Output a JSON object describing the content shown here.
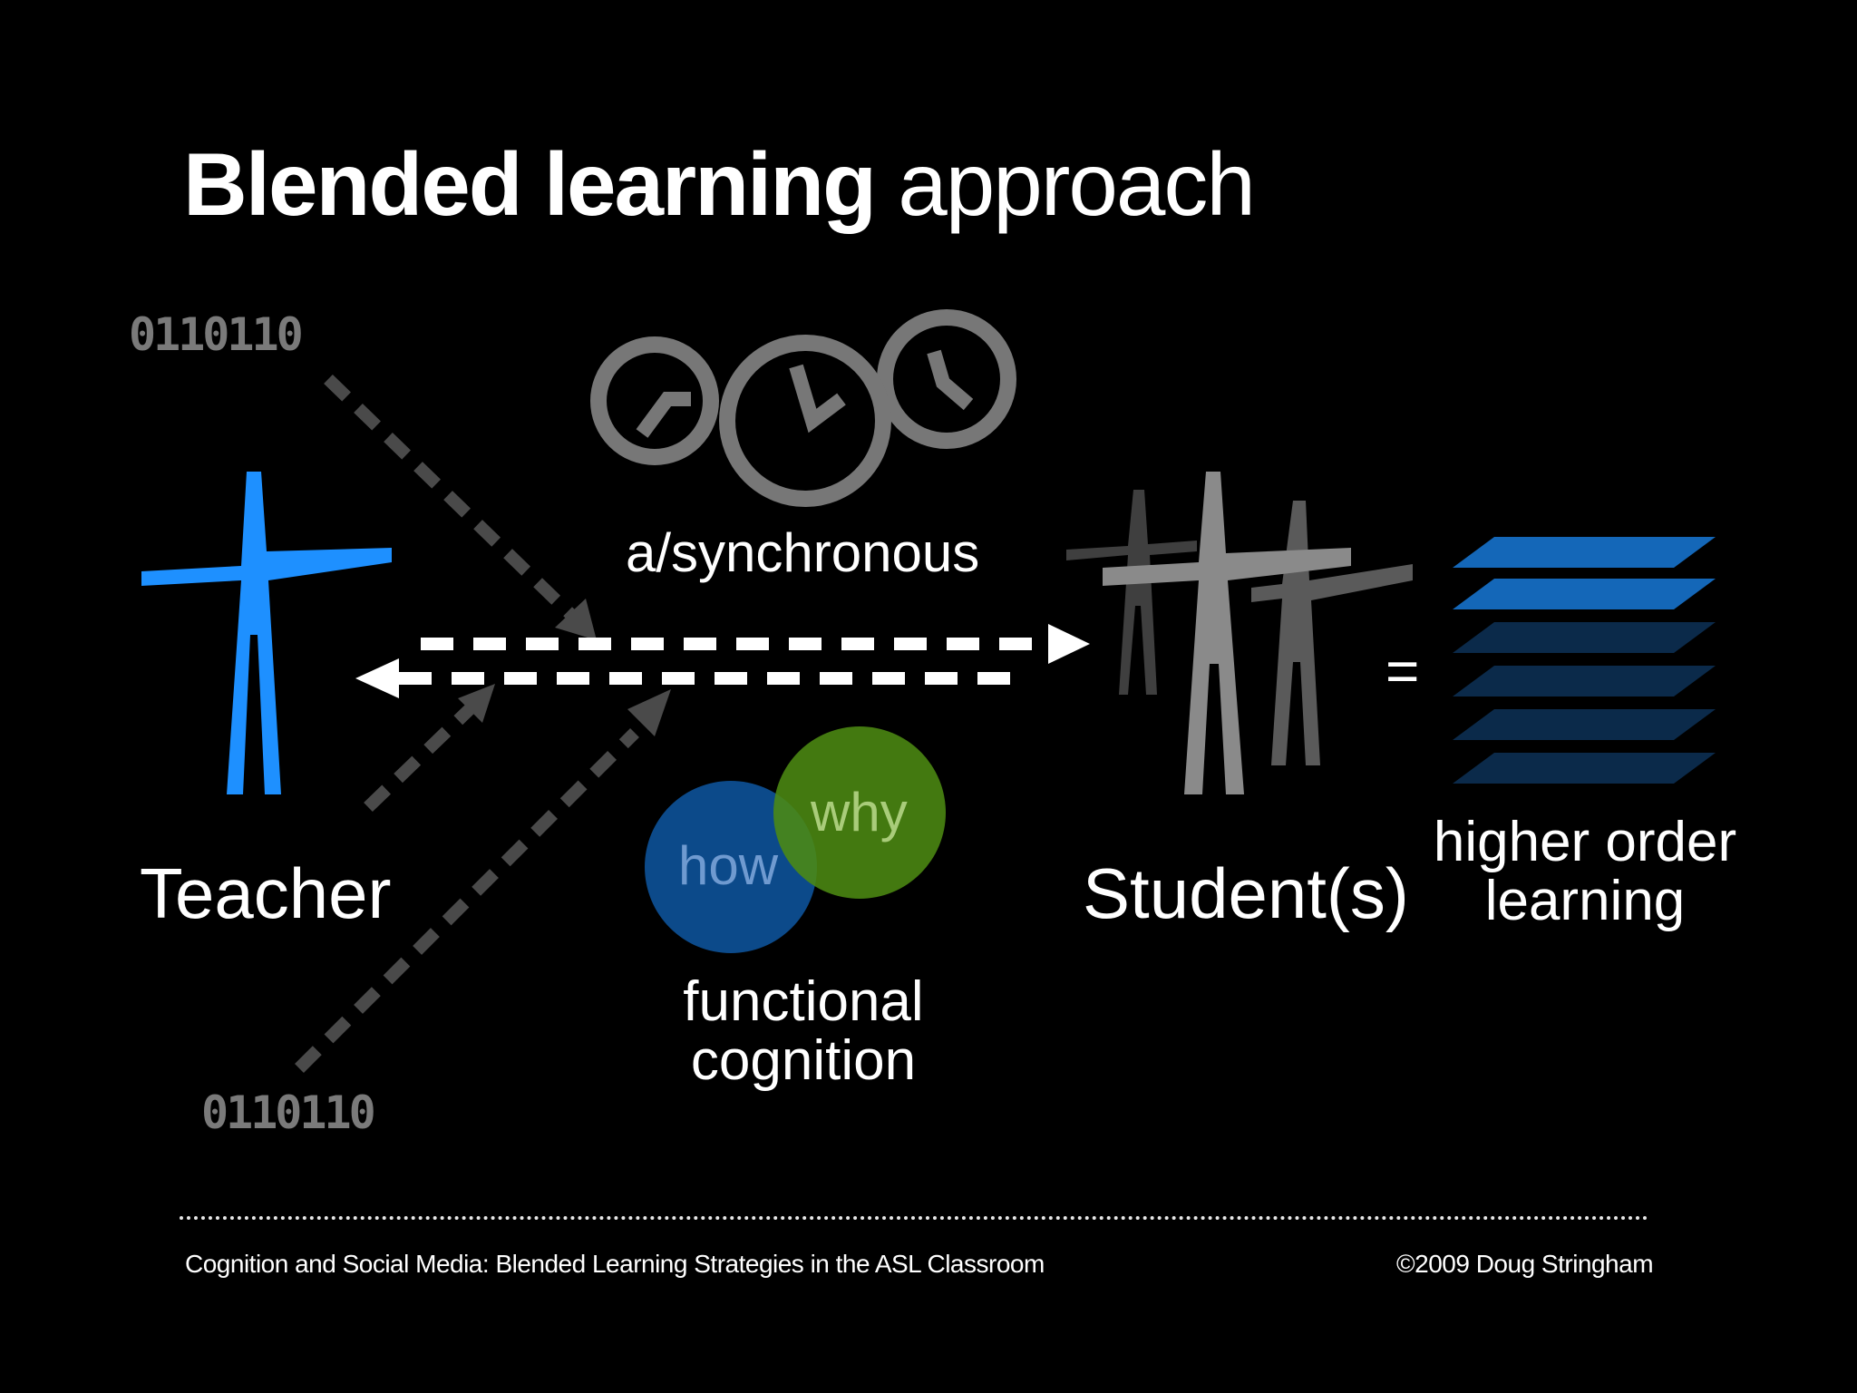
{
  "title": {
    "bold": "Blended learning",
    "regular": "approach"
  },
  "binary_top": "0110110",
  "binary_bottom": "0110110",
  "labels": {
    "sync": "a/synchronous",
    "teacher": "Teacher",
    "students": "Student(s)",
    "equals": "=",
    "higher_order_line1": "higher order",
    "higher_order_line2": "learning",
    "how": "how",
    "why": "why",
    "functional_line1": "functional",
    "functional_line2": "cognition"
  },
  "footer": {
    "left": "Cognition and Social Media: Blended Learning Strategies in the ASL Classroom",
    "right": "©2009 Doug Stringham"
  },
  "colors": {
    "background": "#000000",
    "teacher": "#1e90ff",
    "students": "#8a8a8a",
    "clock_gray": "#777777",
    "how_circle": "#0c4a8a",
    "why_circle": "#4c8a12",
    "stack_bright": "#1467b8",
    "stack_dark": "#0b2a4a"
  },
  "icons": [
    "teacher-figure-icon",
    "students-figures-icon",
    "clocks-icon",
    "layer-stack-icon",
    "venn-diagram-icon"
  ]
}
